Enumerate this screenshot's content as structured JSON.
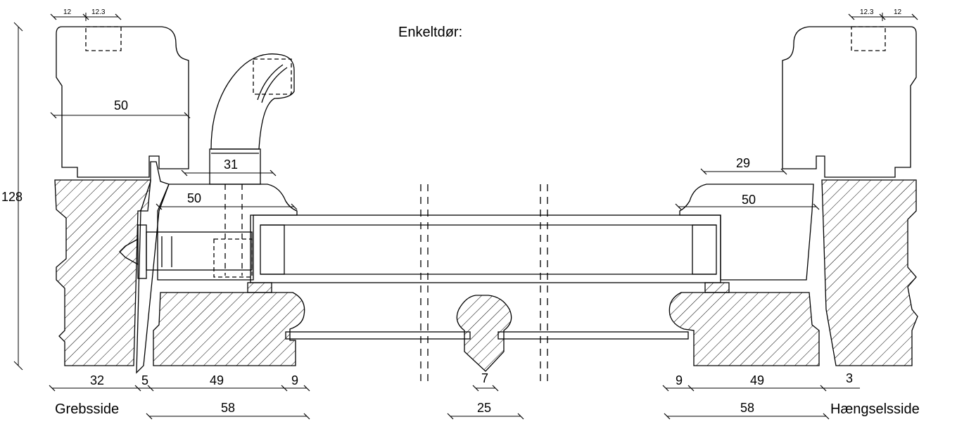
{
  "title": "Enkeltdør:",
  "labels": {
    "left_side": "Grebsside",
    "right_side": "Hængselsside"
  },
  "dimensions": {
    "top_left_a": "12",
    "top_left_b": "12.3",
    "top_right_a": "12.3",
    "top_right_b": "12",
    "height": "128",
    "frame_width_left": "50",
    "handle_width": "31",
    "sash_left": "50",
    "glass_stop_right": "29",
    "sash_right": "50",
    "bottom_32": "32",
    "bottom_5": "5",
    "bottom_49_left": "49",
    "bottom_9_left": "9",
    "bottom_7": "7",
    "bottom_9_right": "9",
    "bottom_49_right": "49",
    "bottom_3": "3",
    "overall_58_left": "58",
    "overall_25": "25",
    "overall_58_right": "58"
  },
  "colors": {
    "line": "#000000",
    "background": "#ffffff"
  }
}
